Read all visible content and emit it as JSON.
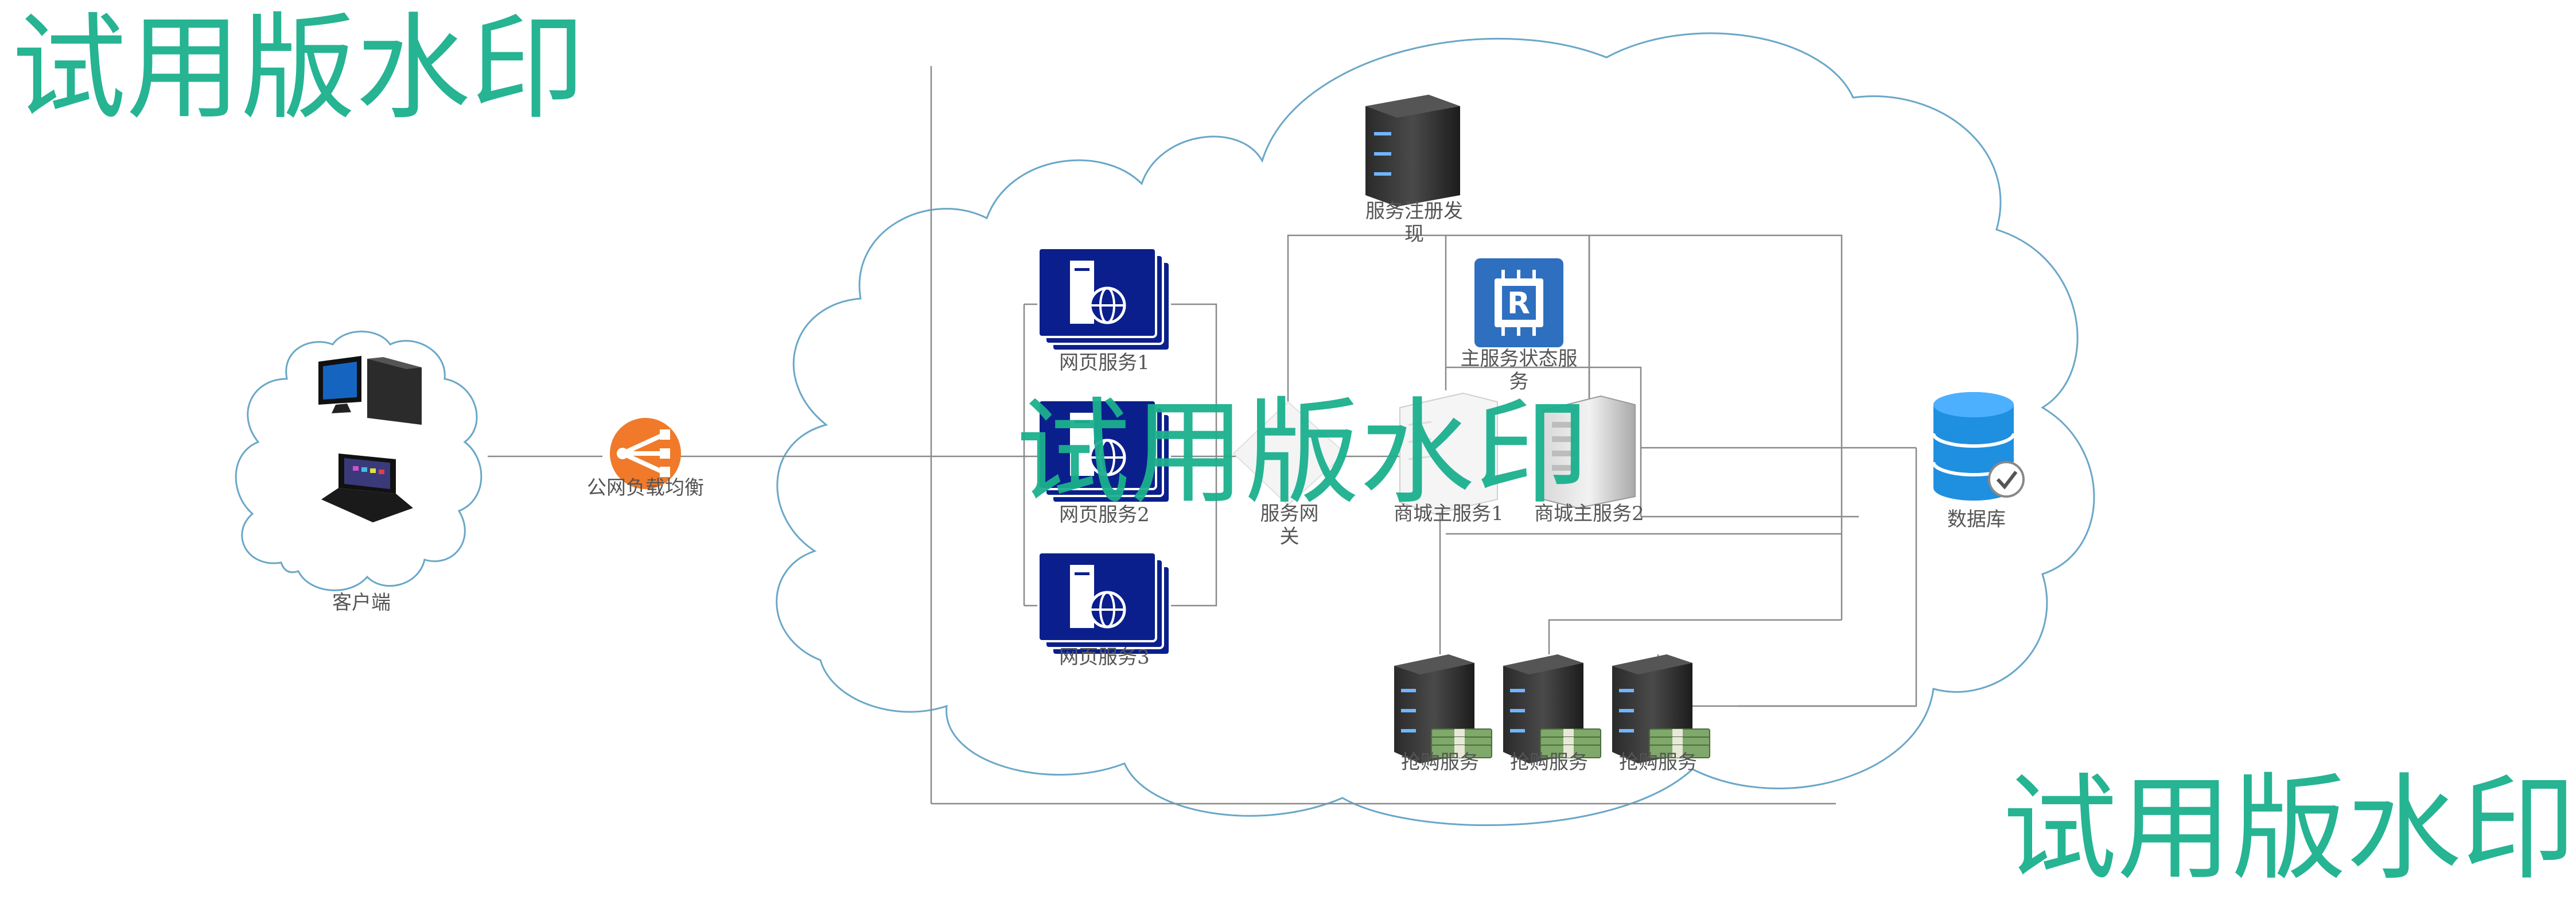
{
  "watermark": {
    "text": "试用版水印",
    "color": "#1bb08e"
  },
  "nodes": {
    "client": {
      "label": "客户端",
      "icon": "desktop-and-laptop-icon"
    },
    "public_lb": {
      "label": "公网负载均衡",
      "icon": "load-balancer-icon"
    },
    "web1": {
      "label": "网页服务1",
      "icon": "web-server-icon"
    },
    "web2": {
      "label": "网页服务2",
      "icon": "web-server-icon"
    },
    "web3": {
      "label": "网页服务3",
      "icon": "web-server-icon"
    },
    "gateway": {
      "label": "服务网关",
      "icon": "gateway-icon"
    },
    "registry": {
      "label": "服务注册发现",
      "icon": "server-rack-icon"
    },
    "state": {
      "label": "主服务状态服务",
      "icon": "redis-chip-icon"
    },
    "mall1": {
      "label": "商城主服务1",
      "icon": "server-tower-icon"
    },
    "mall2": {
      "label": "商城主服务2",
      "icon": "server-tower-icon"
    },
    "db": {
      "label": "数据库",
      "icon": "database-check-icon"
    },
    "rush1": {
      "label": "抢购服务",
      "icon": "server-money-icon"
    },
    "rush2": {
      "label": "抢购服务",
      "icon": "server-money-icon"
    },
    "rush3": {
      "label": "抢购服务",
      "icon": "server-money-icon"
    }
  },
  "colors": {
    "line": "#8a8a8a",
    "cloud": "#6aa7c8",
    "web_blue": "#0b1f8c",
    "lb_orange": "#f07a2a",
    "db_blue": "#1f8fe0",
    "redis_blue": "#2f6fbf"
  }
}
